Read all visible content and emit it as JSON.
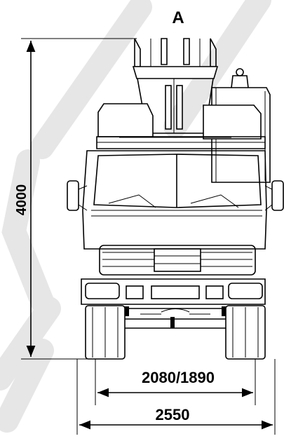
{
  "drawing": {
    "view_label": "A",
    "height_dim": "4000",
    "track_dim": "2080/1890",
    "width_dim": "2550",
    "watermark_color": "#e8e8e8",
    "line_color": "#000000"
  }
}
